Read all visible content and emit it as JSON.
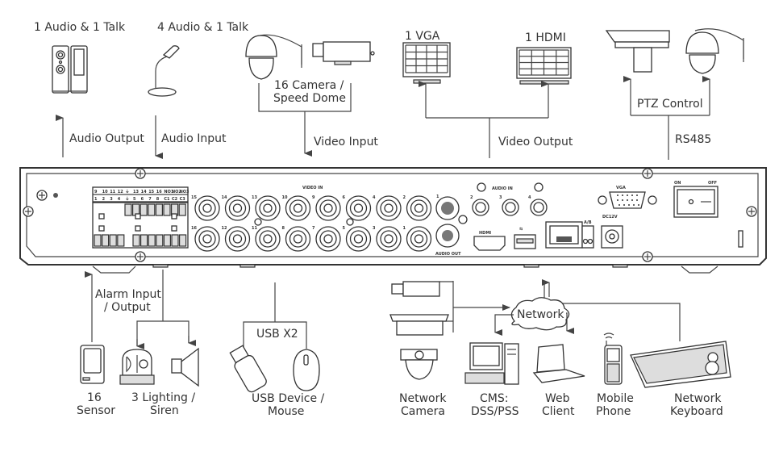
{
  "diagram": {
    "top_labels": {
      "audio_out_count": "1 Audio  & 1 Talk",
      "audio_in_count": "4 Audio & 1 Talk",
      "camera_count_l1": "16  Camera /",
      "camera_count_l2": "Speed Dome",
      "vga_count": "1 VGA",
      "hdmi_count": "1 HDMI",
      "ptz_control": "PTZ Control"
    },
    "connections": {
      "audio_output": "Audio  Output",
      "audio_input": "Audio  Input",
      "video_input": "Video Input",
      "video_output": "Video Output",
      "rs485": "RS485",
      "alarm_l1": "Alarm Input",
      "alarm_l2": "/ Output",
      "usb": "USB X2",
      "network": "Network"
    },
    "bottom_labels": {
      "sensor_l1": "16",
      "sensor_l2": "Sensor",
      "lighting_l1": "3 Lighting /",
      "lighting_l2": "Siren",
      "usb_dev_l1": "USB Device /",
      "usb_dev_l2": "Mouse",
      "netcam_l1": "Network",
      "netcam_l2": "Camera",
      "cms_l1": "CMS:",
      "cms_l2": "DSS/PSS",
      "web_l1": "Web",
      "web_l2": "Client",
      "mobile_l1": "Mobile",
      "mobile_l2": "Phone",
      "keyboard_l1": "Network",
      "keyboard_l2": "Keyboard"
    },
    "panel": {
      "alarm_top_row": [
        "9",
        "10",
        "11",
        "12",
        "⏚",
        "13",
        "14",
        "15",
        "16",
        "NO1",
        "NO2",
        "NO3"
      ],
      "alarm_bottom_row": [
        "1",
        "2",
        "3",
        "4",
        "⏚",
        "5",
        "6",
        "7",
        "8",
        "C1",
        "C2",
        "C3"
      ],
      "video_in_label": "VIDEO IN",
      "video_top_row": [
        "15",
        "14",
        "13",
        "10",
        "9",
        "6",
        "4",
        "2"
      ],
      "video_bottom_row": [
        "16",
        "12",
        "11",
        "8",
        "7",
        "5",
        "3",
        "1"
      ],
      "audio_in_label": "AUDIO IN",
      "audio_in_numbers": [
        "1",
        "2",
        "3",
        "4"
      ],
      "audio_out_label": "AUDIO OUT",
      "hdmi_label": "HDMI",
      "vga_label": "VGA",
      "rs485_label": "A/B",
      "power_label": "DC12V",
      "switch_on": "ON",
      "switch_off": "OFF"
    }
  }
}
